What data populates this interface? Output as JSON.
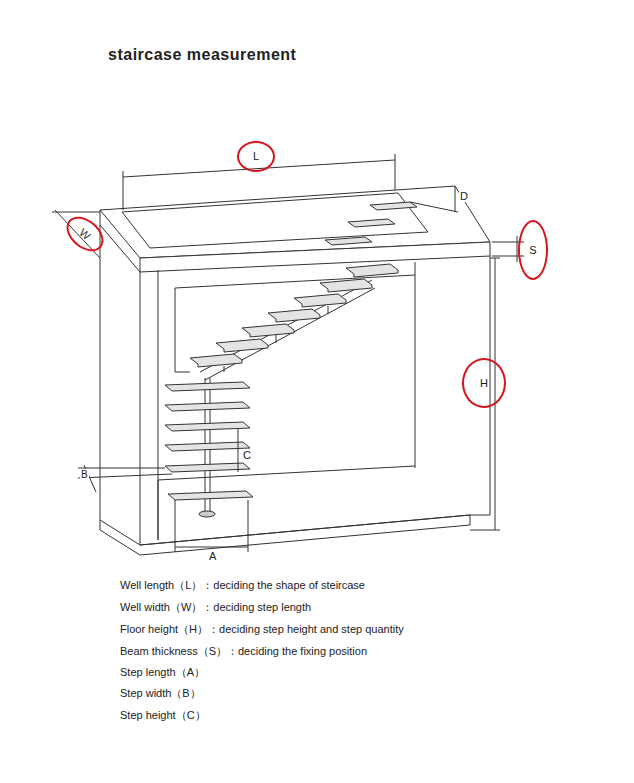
{
  "diagram": {
    "title": "staircase measurement",
    "nodes": [
      {
        "text": [
          "L"
        ]
      },
      {
        "text": [
          "W"
        ]
      },
      {
        "text": [
          "S"
        ]
      },
      {
        "text": [
          "H"
        ]
      }
    ],
    "labels": [
      "D",
      "C",
      "B",
      "A",
      "Well length（L）：deciding the shape of steircase",
      "Well width（W）：deciding step length",
      "Floor height（H）：deciding step height and step quantity",
      "Beam thickness（S）：deciding the fixing position",
      "Step length（A）",
      "Step width（B）",
      "Step height（C）"
    ]
  }
}
